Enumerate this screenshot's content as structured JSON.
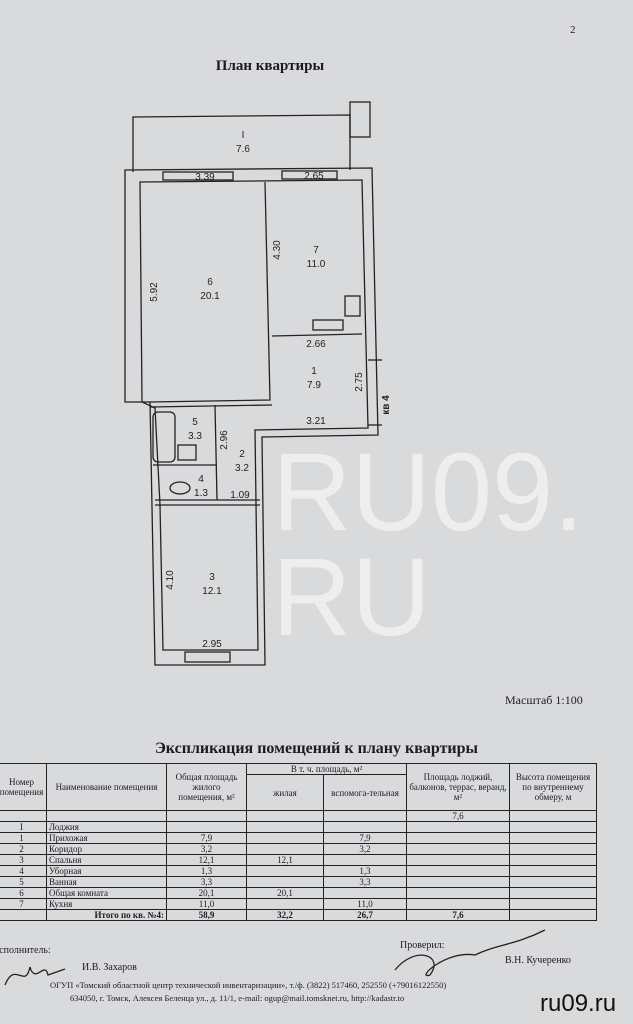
{
  "page_number": "2",
  "title": "План квартиры",
  "plan": {
    "rooms": [
      {
        "num": "I",
        "area": "7.6"
      },
      {
        "num": "6",
        "area": "20.1"
      },
      {
        "num": "7",
        "area": "11.0"
      },
      {
        "num": "1",
        "area": "7.9"
      },
      {
        "num": "5",
        "area": "3.3"
      },
      {
        "num": "2",
        "area": "3.2"
      },
      {
        "num": "4",
        "area": "1.3"
      },
      {
        "num": "3",
        "area": "12.1"
      }
    ],
    "dims": [
      "3.39",
      "2.65",
      "5.92",
      "4.30",
      "2.66",
      "2.75",
      "3.21",
      "2.96",
      "1.09",
      "4.10",
      "2.95"
    ],
    "apt_label": "кв 4"
  },
  "scale": "Масштаб 1:100",
  "explication": {
    "title": "Экспликация помещений к плану квартиры",
    "headers": {
      "num": "Номер помещения",
      "name": "Наименование помещения",
      "total": "Общая площадь жилого помещения, м²",
      "incl": "В т. ч. площадь, м²",
      "living": "жилая",
      "aux": "вспомога-тельная",
      "loggia": "Площадь лоджий, балконов, террас, веранд, м²",
      "height": "Высота помещения по внутреннему обмеру, м"
    },
    "rows": [
      {
        "num": "",
        "name": "",
        "total": "",
        "living": "",
        "aux": "",
        "loggia": "7,6",
        "height": ""
      },
      {
        "num": "I",
        "name": "Лоджия",
        "total": "",
        "living": "",
        "aux": "",
        "loggia": "",
        "height": ""
      },
      {
        "num": "1",
        "name": "Прихожая",
        "total": "7,9",
        "living": "",
        "aux": "7,9",
        "loggia": "",
        "height": ""
      },
      {
        "num": "2",
        "name": "Коридор",
        "total": "3,2",
        "living": "",
        "aux": "3,2",
        "loggia": "",
        "height": ""
      },
      {
        "num": "3",
        "name": "Спальня",
        "total": "12,1",
        "living": "12,1",
        "aux": "",
        "loggia": "",
        "height": ""
      },
      {
        "num": "4",
        "name": "Уборная",
        "total": "1,3",
        "living": "",
        "aux": "1,3",
        "loggia": "",
        "height": ""
      },
      {
        "num": "5",
        "name": "Ванная",
        "total": "3,3",
        "living": "",
        "aux": "3,3",
        "loggia": "",
        "height": ""
      },
      {
        "num": "6",
        "name": "Общая комната",
        "total": "20,1",
        "living": "20,1",
        "aux": "",
        "loggia": "",
        "height": ""
      },
      {
        "num": "7",
        "name": "Кухня",
        "total": "11,0",
        "living": "",
        "aux": "11,0",
        "loggia": "",
        "height": ""
      }
    ],
    "total": {
      "label": "Итого по кв. №4:",
      "total": "58,9",
      "living": "32,2",
      "aux": "26,7",
      "loggia": "7,6"
    }
  },
  "signatures": {
    "executor_label": "Исполнитель:",
    "executor": "И.В. Захаров",
    "checked_label": "Проверил:",
    "checker": "В.Н. Кучеренко"
  },
  "footer": {
    "line1": "ОГУП «Томский областной центр технической инвентаризации», т./ф. (3822) 517460, 252550 (+79016122550)",
    "line2": "634050, г. Томск, Алексея Беленца ул., д. 11/1, e-mail: ogup@mail.tomsknet.ru, http://kadastr.to"
  },
  "watermark": "RU09.RU",
  "site_mark": "ru09.ru"
}
